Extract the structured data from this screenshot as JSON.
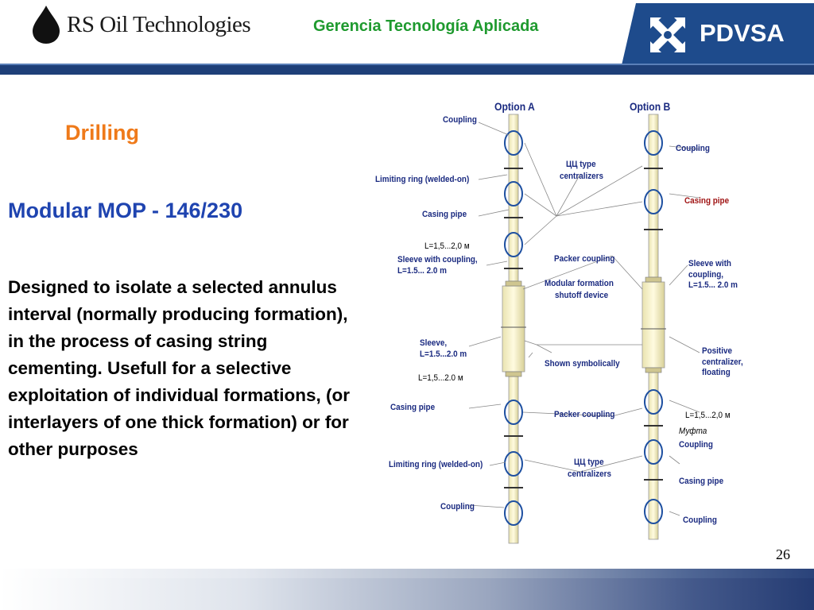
{
  "header": {
    "company_logo_text": "RS Oil Technologies",
    "title": "Gerencia Tecnología Aplicada",
    "brand_logo_text": "PDVSA",
    "brand_color": "#1e4b8c",
    "title_color": "#1f9a2f"
  },
  "slide": {
    "section": "Drilling",
    "subtitle": "Modular MOP - 146/230",
    "body": "Designed to isolate a selected annulus interval (normally producing formation), in the process of casing string cementing. Usefull for a selective exploitation of individual formations, (or interlayers of one thick formation) or for other purposes",
    "page_number": "26",
    "section_color": "#ef7a1a",
    "subtitle_color": "#1f44b0"
  },
  "diagram": {
    "option_a": "Option A",
    "option_b": "Option B",
    "labels": {
      "coupling_a_top": "Coupling",
      "limiting_ring_a_top": "Limiting ring (welded-on)",
      "casing_pipe_a_top": "Casing pipe",
      "length_a_top": "L=1,5...2,0 м",
      "sleeve_coupling_a": "Sleeve with coupling,",
      "sleeve_coupling_a_len": "L=1.5... 2.0 m",
      "sleeve_a": "Sleeve,",
      "sleeve_a_len": "L=1.5...2.0 m",
      "length_a_mid": "L=1,5...2.0 м",
      "casing_pipe_a_bot": "Casing pipe",
      "limiting_ring_a_bot": "Limiting ring (welded-on)",
      "coupling_a_bot": "Coupling",
      "centralizers_top_1": "ЦЦ type",
      "centralizers_top_2": "centralizers",
      "packer_coupling_top": "Packer coupling",
      "modular_device_1": "Modular formation",
      "modular_device_2": "shutoff device",
      "shown_symbolically": "Shown symbolically",
      "packer_coupling_bot": "Packer coupling",
      "centralizers_bot_1": "ЦЦ type",
      "centralizers_bot_2": "centralizers",
      "coupling_b_top": "Coupling",
      "casing_pipe_b_top": "Casing pipe",
      "sleeve_coupling_b_1": "Sleeve with",
      "sleeve_coupling_b_2": "coupling,",
      "sleeve_coupling_b_3": "L=1.5... 2.0 m",
      "positive_centralizer_1": "Positive",
      "positive_centralizer_2": "centralizer,",
      "positive_centralizer_3": "floating",
      "length_b": "L=1,5...2,0 м",
      "mufta": "Муфта",
      "coupling_b_mid": "Coupling",
      "casing_pipe_b_bot": "Casing pipe",
      "coupling_b_bot": "Coupling"
    }
  }
}
